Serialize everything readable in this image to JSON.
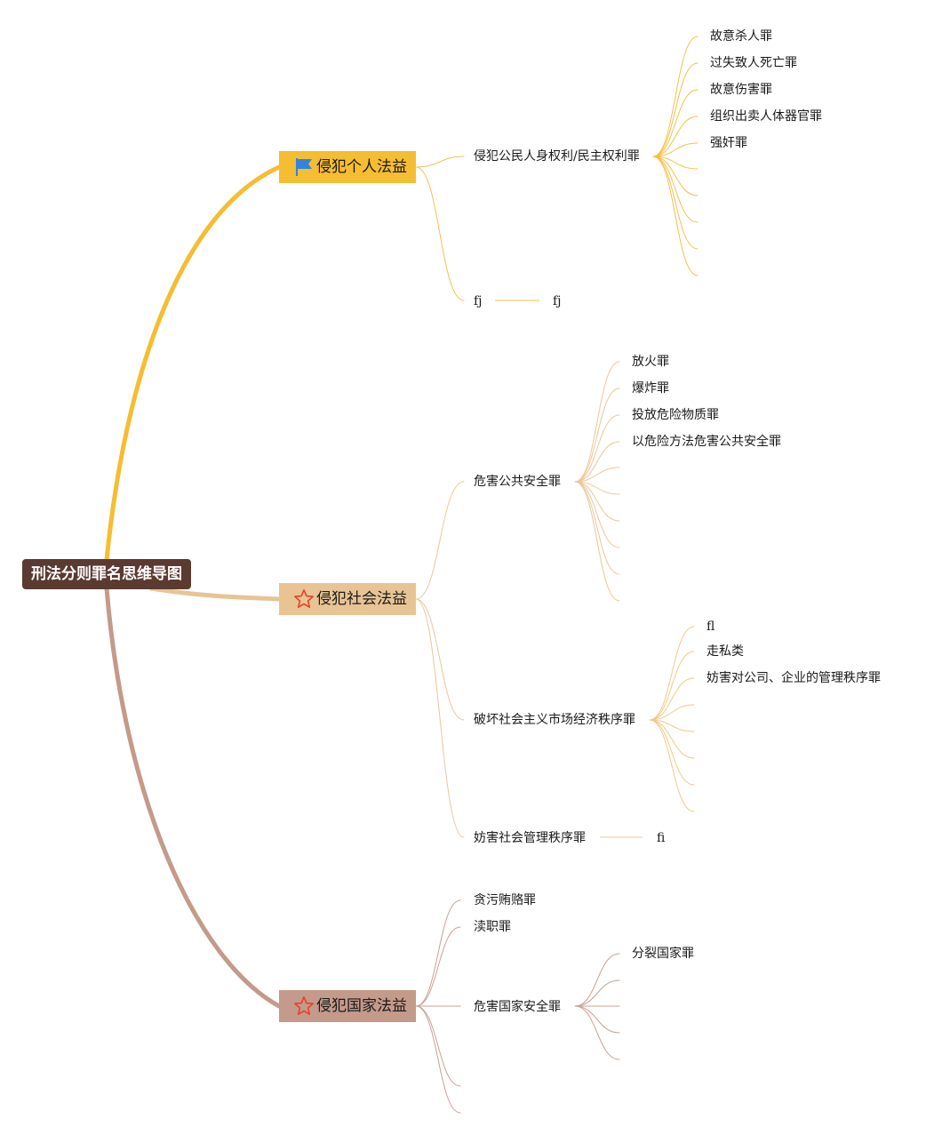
{
  "root": {
    "label": "刑法分则罪名思维导图"
  },
  "colors": {
    "root_bg": "#5b3a30",
    "branch1": "#f5bd31",
    "branch2": "#e8c494",
    "branch3": "#c49a8a",
    "flag": "#2e86de",
    "star": "#e8402c"
  },
  "branches": [
    {
      "label": "侵犯个人法益",
      "icon": "flag-icon",
      "children": [
        {
          "label": "侵犯公民人身权利/民主权利罪",
          "children": [
            "故意杀人罪",
            "过失致人死亡罪",
            "故意伤害罪",
            "组织出卖人体器官罪",
            "强奸罪",
            "",
            "",
            "",
            "",
            ""
          ]
        },
        {
          "label": "fj",
          "children": [
            "fj"
          ]
        }
      ]
    },
    {
      "label": "侵犯社会法益",
      "icon": "star-icon",
      "children": [
        {
          "label": "危害公共安全罪",
          "children": [
            "放火罪",
            "爆炸罪",
            "投放危险物质罪",
            "以危险方法危害公共安全罪",
            "",
            "",
            "",
            "",
            "",
            ""
          ]
        },
        {
          "label": "破坏社会主义市场经济秩序罪",
          "children": [
            "fl",
            "走私类",
            "妨害对公司、企业的管理秩序罪",
            "",
            "",
            "",
            "",
            ""
          ]
        },
        {
          "label": "妨害社会管理秩序罪",
          "children": [
            "fi"
          ]
        }
      ]
    },
    {
      "label": "侵犯国家法益",
      "icon": "star-icon",
      "children": [
        {
          "label": "贪污贿赂罪",
          "children": []
        },
        {
          "label": "渎职罪",
          "children": []
        },
        {
          "label": "危害国家安全罪",
          "children": [
            "分裂国家罪",
            "",
            "",
            "",
            ""
          ]
        },
        {
          "label": "",
          "children": []
        },
        {
          "label": "",
          "children": []
        }
      ]
    }
  ]
}
